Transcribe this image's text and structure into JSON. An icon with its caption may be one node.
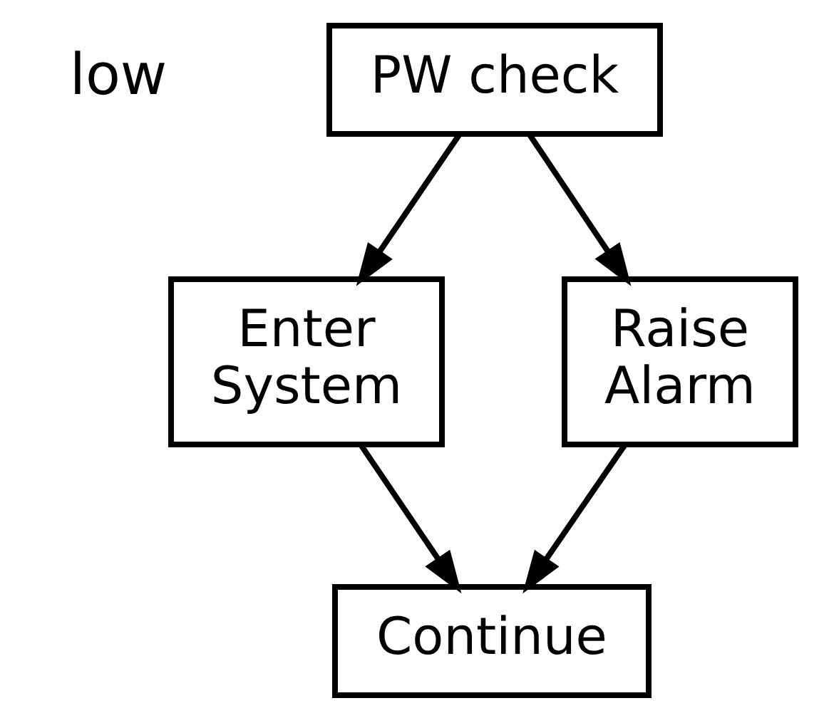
{
  "diagram": {
    "nodes": [
      {
        "text": [
          "PW check"
        ]
      },
      {
        "text": [
          "Enter System"
        ]
      },
      {
        "text": [
          "Raise Alarm"
        ]
      },
      {
        "text": [
          "Continue"
        ]
      }
    ],
    "edges": [
      {
        "from": 0,
        "to": 1,
        "arrow": "to"
      },
      {
        "from": 0,
        "to": 2,
        "arrow": "to"
      },
      {
        "from": 1,
        "to": 3,
        "arrow": "to"
      },
      {
        "from": 2,
        "to": 3,
        "arrow": "to"
      }
    ],
    "labels": [
      "low"
    ]
  }
}
